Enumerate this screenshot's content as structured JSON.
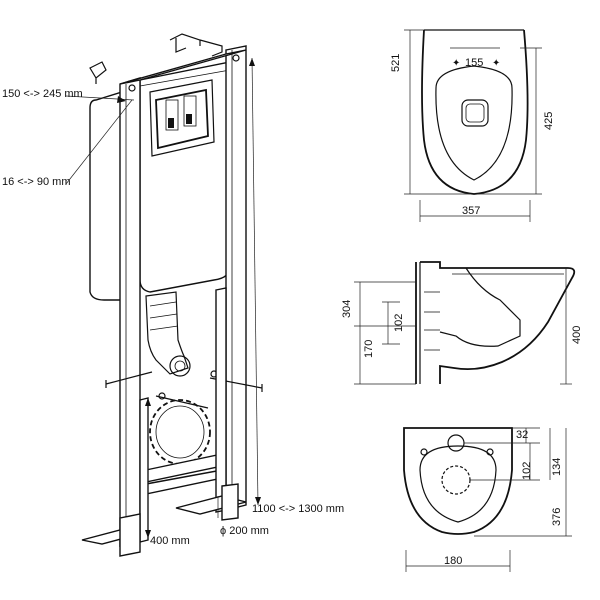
{
  "frame_labels": {
    "depth_adjust": "150 <-> 245 mm",
    "wall_distance": "16 <-> 90 mm",
    "height_adjust": "1100 <-> 1300 mm",
    "outlet_height": "400 mm",
    "outlet_diameter": "ϕ 200 mm"
  },
  "top_view": {
    "width_overall": "357",
    "depth_overall": "521",
    "depth_bowl": "425",
    "fixing_spacing": "155"
  },
  "side_view": {
    "height_total": "400",
    "h_upper": "304",
    "h_lower": "170",
    "h_mid": "102"
  },
  "back_view": {
    "width": "180",
    "d_top": "32",
    "d_mid": "134",
    "d_inner": "102",
    "d_total": "376"
  }
}
